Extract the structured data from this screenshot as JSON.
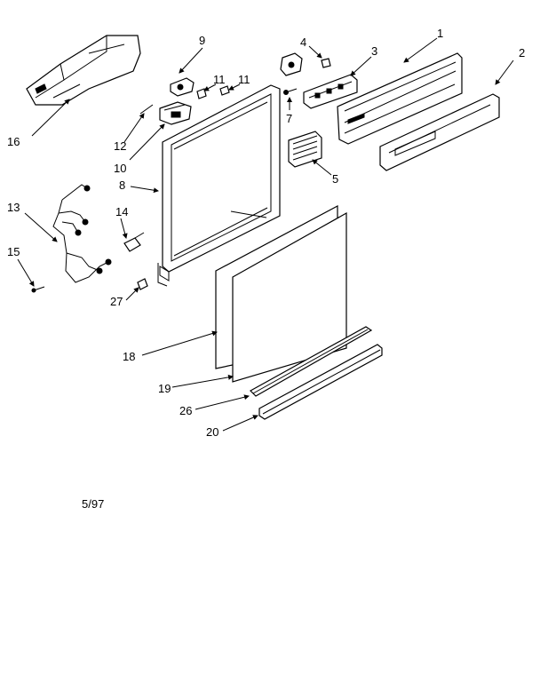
{
  "diagram": {
    "callouts": {
      "c1": "1",
      "c2": "2",
      "c3": "3",
      "c4": "4",
      "c5": "5",
      "c7": "7",
      "c8": "8",
      "c9": "9",
      "c10": "10",
      "c11a": "11",
      "c11b": "11",
      "c12": "12",
      "c13": "13",
      "c14": "14",
      "c15": "15",
      "c16": "16",
      "c18": "18",
      "c19": "19",
      "c20": "20",
      "c26": "26",
      "c27": "27"
    },
    "date_code": "5/97"
  }
}
